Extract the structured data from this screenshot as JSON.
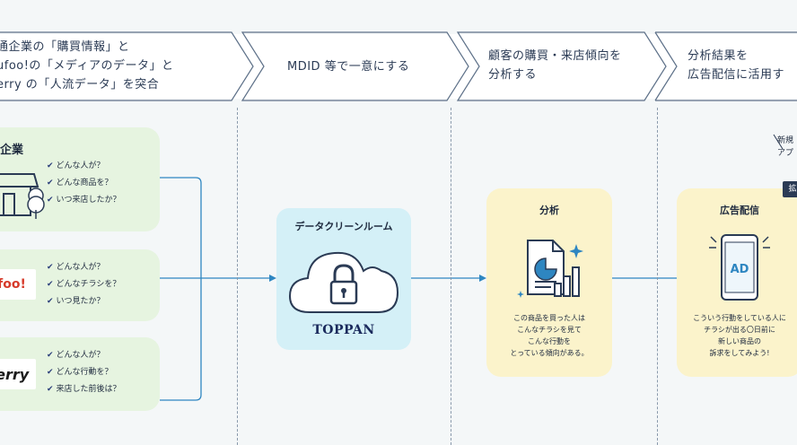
{
  "colors": {
    "navy": "#2b3b55",
    "green_box": "#e6f4e0",
    "cyan_box": "#d4f0f7",
    "yellow_box": "#fbf3cb",
    "logo_red": "#d63a2a"
  },
  "stages": [
    {
      "text": "通企業の「購買情報」と\nufoo!の「メディアのデータ」と\nerry の「人流データ」を突合"
    },
    {
      "text": "MDID 等で一意にする"
    },
    {
      "text": "顧客の購買・来店傾向を\n分析する"
    },
    {
      "text": "分析結果を\n広告配信に活用す"
    }
  ],
  "sources": [
    {
      "name": "企業",
      "icon": "store-icon",
      "checks": [
        "どんな人が？",
        "どんな商品を？",
        "いつ来店したか？"
      ]
    },
    {
      "name": "ufoo!",
      "icon": "shufoo-logo",
      "checks": [
        "どんな人が？",
        "どんなチラシを？",
        "いつ見たか？"
      ]
    },
    {
      "name": "nerry",
      "icon": "unerry-logo",
      "checks": [
        "どんな人が？",
        "どんな行動を？",
        "来店した前後は？"
      ]
    }
  ],
  "cleanroom": {
    "title": "データクリーンルーム",
    "company": "TOPPAN",
    "icon": "lock-cloud-icon"
  },
  "analysis": {
    "title": "分析",
    "icon": "report-chart-icon",
    "desc": "この商品を買った人は\nこんなチラシを見て\nこんな行動を\nとっている傾向がある。"
  },
  "ad": {
    "title": "広告配信",
    "icon": "smartphone-ad-icon",
    "screen_text": "AD",
    "desc": "こういう行動をしている人に\nチラシが出る〇日前に\n新しい商品の\n訴求をしてみよう!"
  },
  "note": {
    "text": "新規\nアプ",
    "tag": "拡"
  }
}
